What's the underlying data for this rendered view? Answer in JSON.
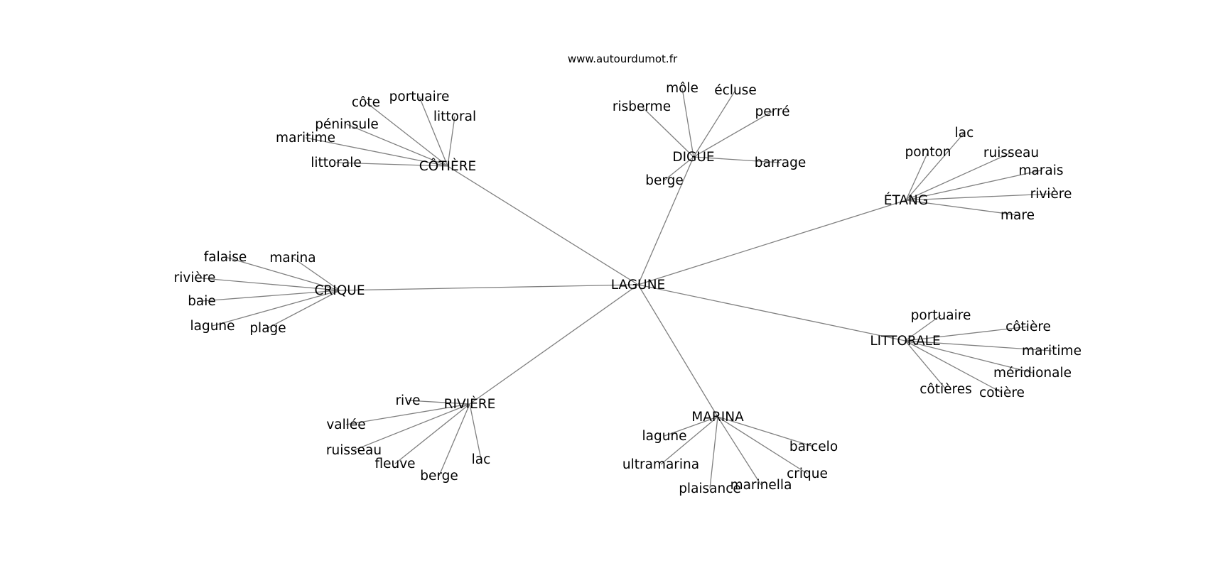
{
  "source": "www.autourdumot.fr",
  "colors": {
    "edge": "#808080",
    "text": "#000000",
    "background": "#ffffff"
  },
  "center": "LAGUNE",
  "clusters": [
    {
      "label": "CÔTIÈRE",
      "words": [
        "côte",
        "portuaire",
        "littoral",
        "péninsule",
        "maritime",
        "littorale"
      ]
    },
    {
      "label": "DIGUE",
      "words": [
        "môle",
        "écluse",
        "risberme",
        "perré",
        "barrage",
        "berge"
      ]
    },
    {
      "label": "ÉTANG",
      "words": [
        "lac",
        "ponton",
        "ruisseau",
        "marais",
        "rivière",
        "mare"
      ]
    },
    {
      "label": "CRIQUE",
      "words": [
        "falaise",
        "marina",
        "rivière",
        "baie",
        "lagune",
        "plage"
      ]
    },
    {
      "label": "LITTORALE",
      "words": [
        "portuaire",
        "côtière",
        "maritime",
        "méridionale",
        "côtières",
        "cotière"
      ]
    },
    {
      "label": "RIVIÈRE",
      "words": [
        "rive",
        "vallée",
        "ruisseau",
        "fleuve",
        "berge",
        "lac"
      ]
    },
    {
      "label": "MARINA",
      "words": [
        "lagune",
        "barcelo",
        "ultramarina",
        "crique",
        "plaisance",
        "marinella"
      ]
    }
  ]
}
